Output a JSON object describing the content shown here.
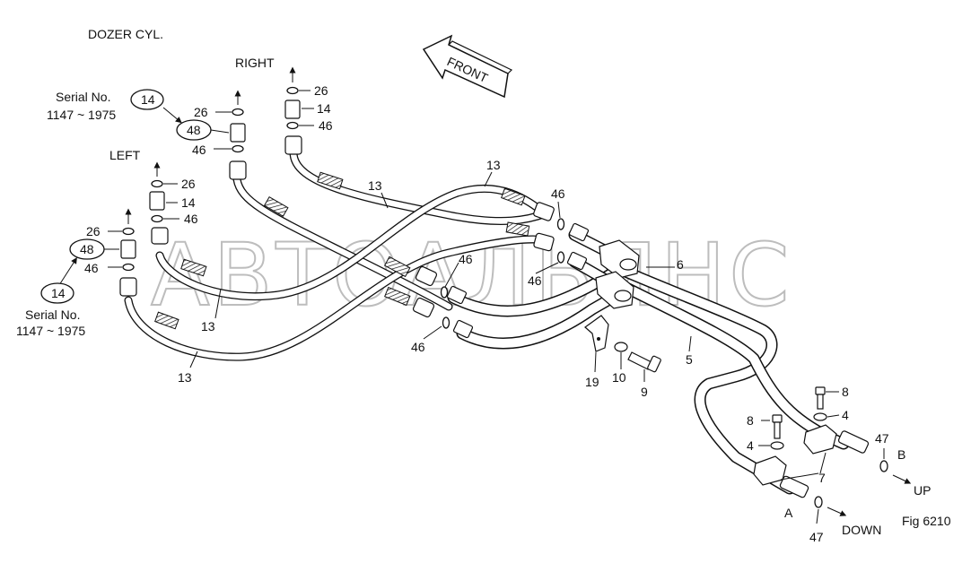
{
  "diagram": {
    "title": "DOZER CYL.",
    "fig": "Fig 6210",
    "watermark": "АВТОАЛЬЯНС",
    "front_label": "FRONT",
    "side_labels": {
      "right": "RIGHT",
      "left": "LEFT"
    },
    "serial": {
      "label": "Serial No.",
      "range": "1147 ~ 1975"
    },
    "ports": {
      "a": "A",
      "b": "B",
      "up": "UP",
      "down": "DOWN"
    },
    "callouts": {
      "p4": "4",
      "p5": "5",
      "p6": "6",
      "p7": "7",
      "p8": "8",
      "p9": "9",
      "p10": "10",
      "p13": "13",
      "p14": "14",
      "p19": "19",
      "p26": "26",
      "p46": "46",
      "p47": "47",
      "p48": "48"
    }
  }
}
